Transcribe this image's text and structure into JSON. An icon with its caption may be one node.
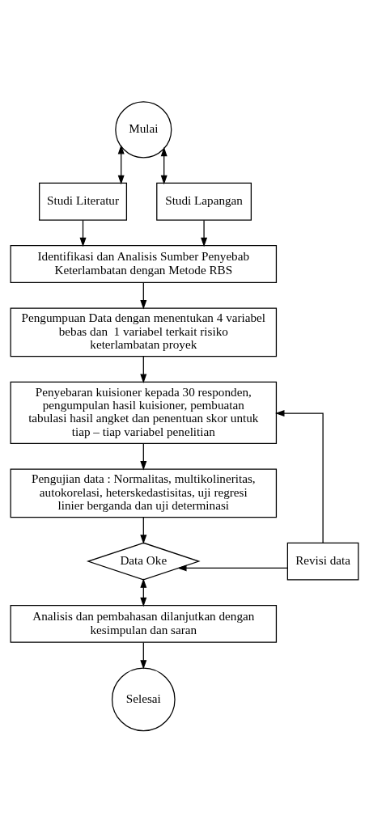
{
  "diagram": {
    "nodes": [
      {
        "text": [
          "Mulai"
        ]
      },
      {
        "text": [
          "Studi Literatur"
        ]
      },
      {
        "text": [
          "Studi Lapangan"
        ]
      },
      {
        "text": [
          "Identifikasi dan Analisis Sumber Penyebab Keterlambatan dengan Metode RBS"
        ]
      },
      {
        "text": [
          "Pengumpuan Data dengan menentukan 4 variabel bebas dan  1 variabel terkait risiko keterlambatan proyek"
        ]
      },
      {
        "text": [
          "Penyebaran kuisioner kepada 30 responden, pengumpulan hasil kuisioner, pembuatan tabulasi hasil angket dan penentuan skor untuk tiap – tiap variabel penelitian"
        ]
      },
      {
        "text": [
          "Pengujian data : Normalitas, multikolineritas, autokorelasi, heterskedastisitas, uji regresi linier berganda dan uji determinasi"
        ]
      },
      {
        "text": [
          "Data Oke"
        ]
      },
      {
        "text": [
          "Revisi data"
        ]
      },
      {
        "text": [
          "Analisis dan pembahasan dilanjutkan dengan kesimpulan dan saran"
        ]
      },
      {
        "text": [
          "Selesai"
        ]
      }
    ],
    "edges": [
      {
        "from": 0,
        "to": 1,
        "arrow": "both"
      },
      {
        "from": 0,
        "to": 2,
        "arrow": "both"
      },
      {
        "from": 1,
        "to": 3,
        "arrow": "to"
      },
      {
        "from": 2,
        "to": 3,
        "arrow": "to"
      },
      {
        "from": 3,
        "to": 4,
        "arrow": "to"
      },
      {
        "from": 4,
        "to": 5,
        "arrow": "to"
      },
      {
        "from": 5,
        "to": 6,
        "arrow": "to"
      },
      {
        "from": 6,
        "to": 7,
        "arrow": "to"
      },
      {
        "from": 8,
        "to": 7,
        "arrow": "to"
      },
      {
        "from": 8,
        "to": 5,
        "arrow": "to"
      },
      {
        "from": 7,
        "to": 9,
        "arrow": "both"
      },
      {
        "from": 9,
        "to": 10,
        "arrow": "to"
      }
    ]
  }
}
